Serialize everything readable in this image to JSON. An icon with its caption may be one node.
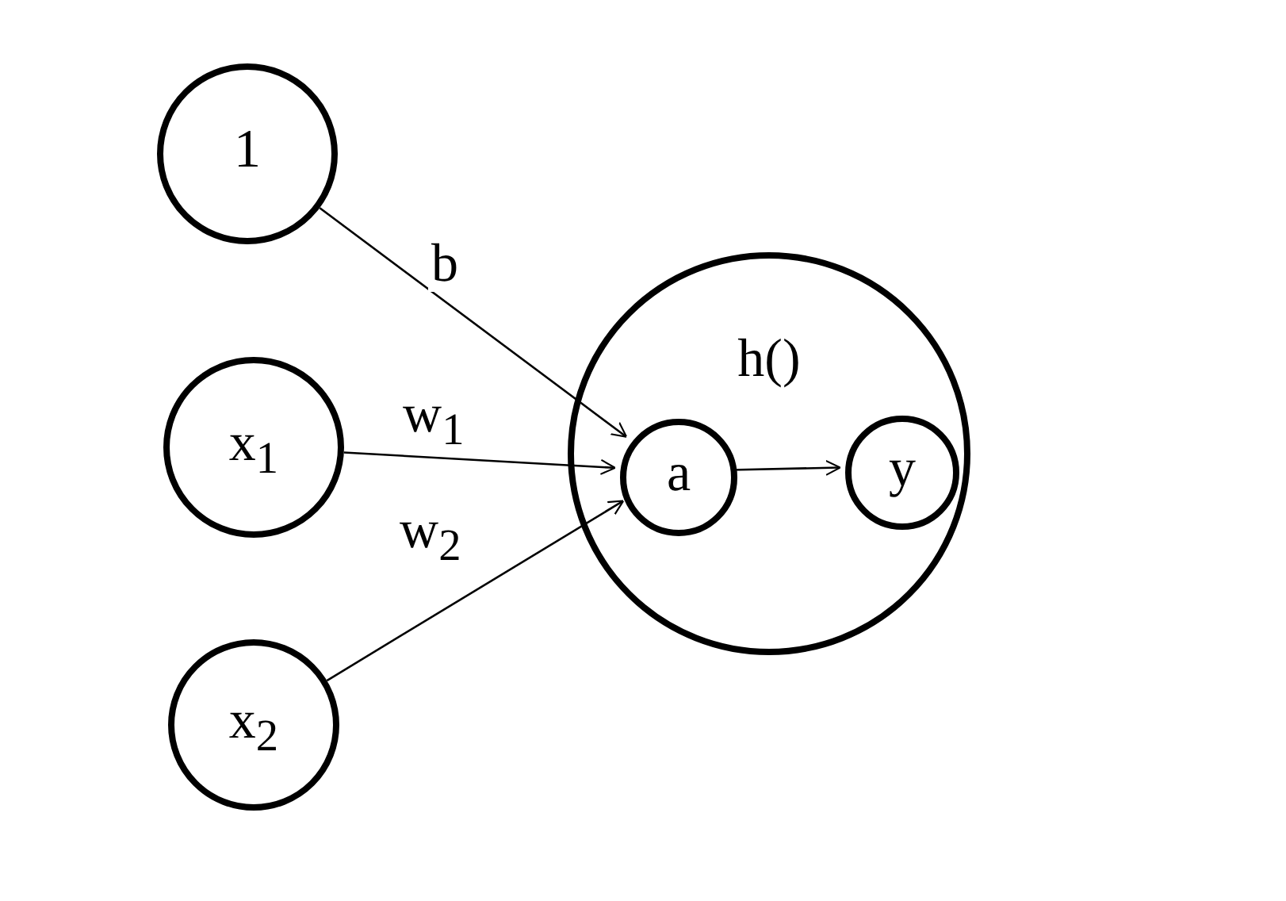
{
  "diagram": {
    "nodes": [
      {
        "text": [
          "1"
        ]
      },
      {
        "text": [
          "x$_{1}$"
        ]
      },
      {
        "text": [
          "x$_{2}$"
        ]
      },
      {
        "text": [
          "h()"
        ]
      },
      {
        "text": [
          "a"
        ],
        "in": 3
      },
      {
        "text": [
          "y"
        ],
        "in": 3
      }
    ],
    "edges": [
      {
        "from": 0,
        "to": 4,
        "arrow": "to",
        "label": "b"
      },
      {
        "from": 1,
        "to": 4,
        "arrow": "to",
        "label": "w$_{1}$"
      },
      {
        "from": 2,
        "to": 4,
        "arrow": "to",
        "label": "w$_{2}$"
      },
      {
        "from": 4,
        "to": 5,
        "arrow": "to"
      }
    ]
  }
}
